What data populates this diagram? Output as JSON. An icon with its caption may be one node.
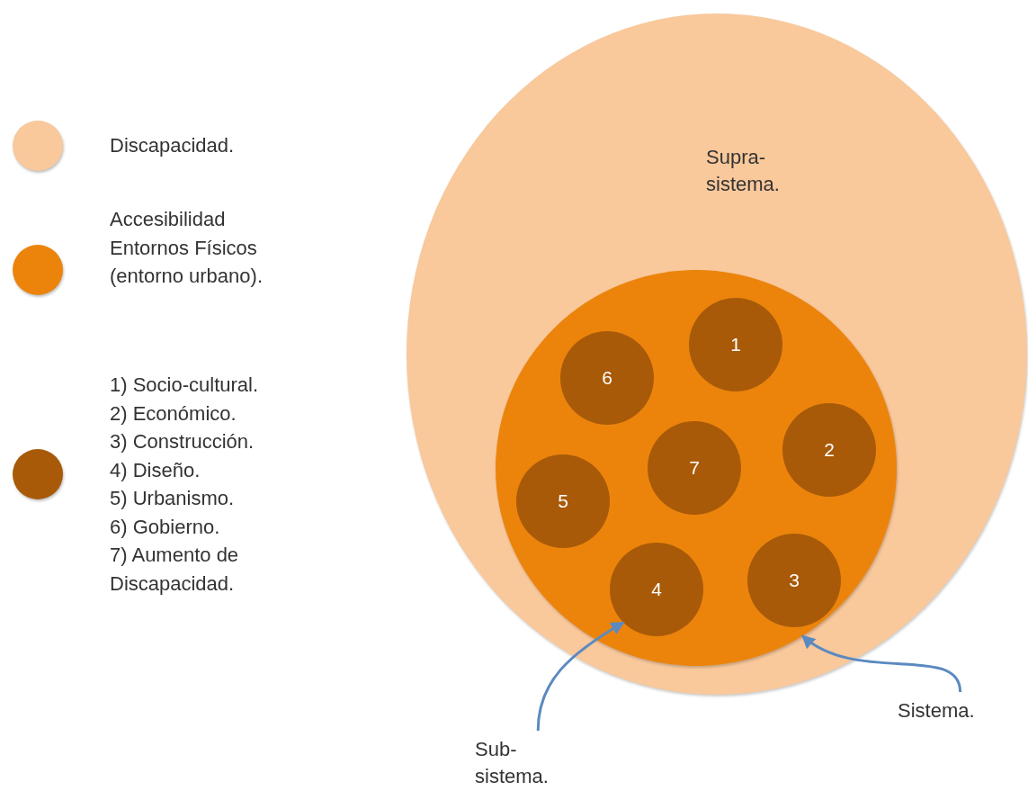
{
  "diagram": {
    "nodes": [
      {
        "text": [
          "Supra- sistema."
        ]
      },
      {
        "text": [],
        "shape": "circle",
        "in": 0
      },
      {
        "text": [
          "1"
        ],
        "in": 1
      },
      {
        "text": [
          "6"
        ],
        "in": 1
      },
      {
        "text": [
          "2"
        ],
        "in": 1
      },
      {
        "text": [
          "7"
        ],
        "in": 1
      },
      {
        "text": [
          "5"
        ],
        "in": 1
      },
      {
        "text": [
          "4"
        ],
        "in": 1
      },
      {
        "text": [
          "3"
        ],
        "in": 1
      },
      {
        "text": [
          "Sub- sistema."
        ]
      },
      {
        "text": [
          "Sistema."
        ]
      }
    ],
    "edges": [
      {
        "from": 9,
        "to": 7,
        "arrow": "to"
      },
      {
        "from": 10,
        "to": 1,
        "arrow": "to"
      }
    ],
    "legend": [
      {
        "text": "Discapacidad.",
        "color": "#f9c89b"
      },
      {
        "text": "Accesibilidad Entornos Físicos (entorno urbano).",
        "color": "#ec840c"
      },
      {
        "text": "1) Socio-cultural. 2) Económico. 3) Construcción. 4) Diseño. 5) Urbanismo. 6) Gobierno. 7) Aumento de Discapacidad.",
        "color": "#a85a08"
      }
    ]
  }
}
